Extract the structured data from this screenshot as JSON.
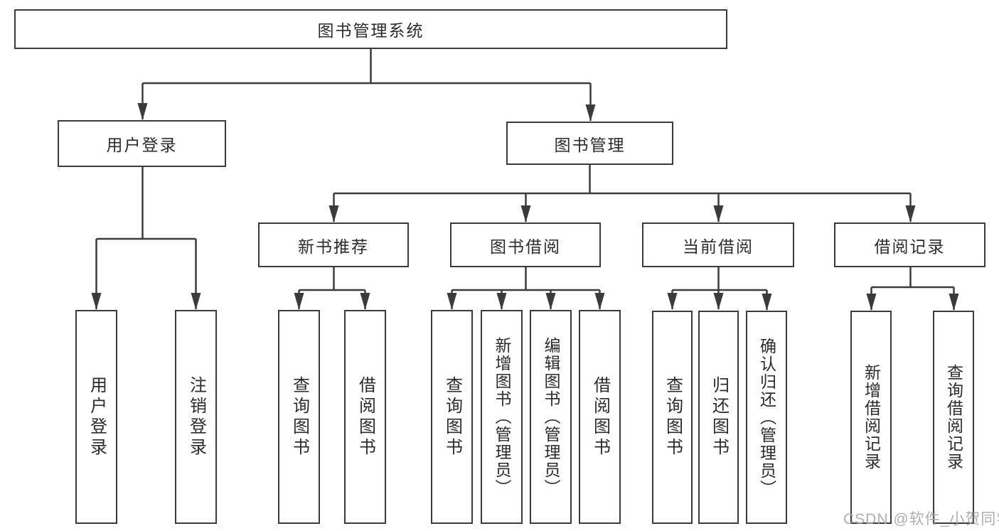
{
  "diagram": {
    "root": "图书管理系统",
    "user_login": {
      "label": "用户登录",
      "children": [
        "用户登录",
        "注销登录"
      ]
    },
    "book_management": {
      "label": "图书管理",
      "sections": [
        {
          "label": "新书推荐",
          "children": [
            "查询图书",
            "借阅图书"
          ]
        },
        {
          "label": "图书借阅",
          "children": [
            "查询图书",
            "新增图书（管理员）",
            "编辑图书（管理员）",
            "借阅图书"
          ]
        },
        {
          "label": "当前借阅",
          "children": [
            "查询图书",
            "归还图书",
            "确认归还（管理员）"
          ]
        },
        {
          "label": "借阅记录",
          "children": [
            "新增借阅记录",
            "查询借阅记录"
          ]
        }
      ]
    }
  },
  "watermark": {
    "text": "CSDN @软件_小贺同学"
  },
  "colors": {
    "line": "#3b3b3b",
    "box_border": "#3b3b3b",
    "text": "#2b2b2b",
    "watermark": "#a5a5a5",
    "background": "#ffffff"
  }
}
